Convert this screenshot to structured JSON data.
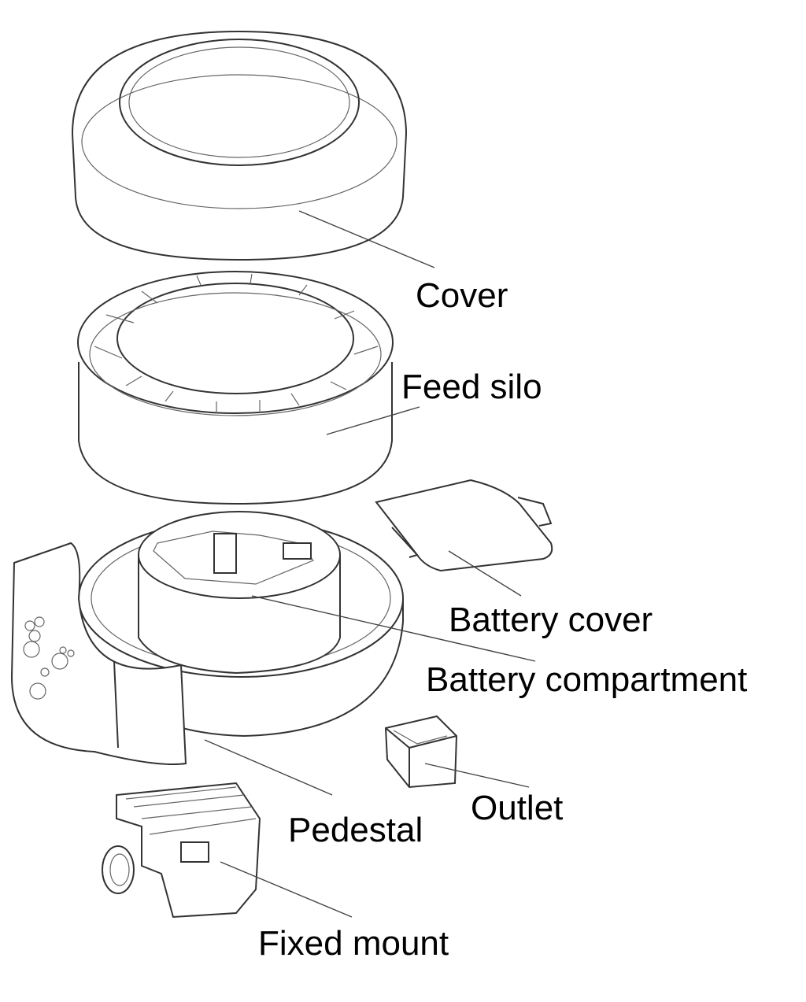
{
  "diagram": {
    "type": "exploded-view",
    "labels": {
      "cover": "Cover",
      "feed_silo": "Feed silo",
      "battery_cover": "Battery cover",
      "battery_compartment": "Battery compartment",
      "outlet": "Outlet",
      "pedestal": "Pedestal",
      "fixed_mount": "Fixed mount"
    }
  }
}
